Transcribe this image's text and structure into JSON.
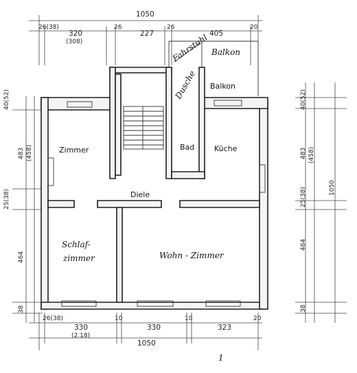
{
  "dimensions": {
    "top_total": "1050",
    "top_segments": [
      "26(38)",
      "320",
      "(308)",
      "26",
      "227",
      "26",
      "405",
      "20"
    ],
    "bottom_total": "1050",
    "bottom_segments": [
      "26(38)",
      "330",
      "(2.18)",
      "10",
      "330",
      "10",
      "323",
      "20"
    ],
    "left": [
      "40(52)",
      "483",
      "(458)",
      "25(38)",
      "464",
      "38"
    ],
    "right": [
      "40(52)",
      "483",
      "(458)",
      "25(38)",
      "1050",
      "464",
      "38"
    ]
  },
  "rooms": {
    "zimmer": "Zimmer",
    "bad": "Bad",
    "kueche": "Küche",
    "dusche": "Dusche",
    "diele": "Diele",
    "balkon_typed": "Balkon",
    "balkon_hand": "Balkon",
    "fahrstuhl": "Fahrstuhl",
    "schlafzimmer_line1": "Schlaf-",
    "schlafzimmer_line2": "zimmer",
    "wohnzimmer": "Wohn - Zimmer"
  },
  "mark": "1"
}
